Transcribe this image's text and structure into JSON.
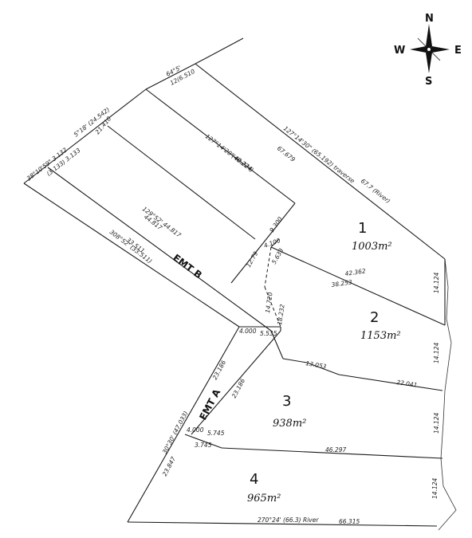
{
  "compass": {
    "north": "N",
    "south": "S",
    "east": "E",
    "west": "W"
  },
  "lots": [
    {
      "number": "1",
      "area": "1003m²"
    },
    {
      "number": "2",
      "area": "1153m²"
    },
    {
      "number": "3",
      "area": "938m²"
    },
    {
      "number": "4",
      "area": "965m²"
    }
  ],
  "easements": {
    "b": "EMT B",
    "a": "EMT A"
  },
  "dims": {
    "top_bearing": "64°5'",
    "top_chain": "12(6.510",
    "traverse": "127°14'30\" (65.192) traverse",
    "river_top_len": "67.679",
    "river_top_note": "67.7 (River)",
    "mid_bearing": "127°14'20\" 40.224",
    "mid_chain": "(40.224)",
    "left_bearing": "5°18' (24.542)",
    "left_chain": "21.410",
    "corner_a": "38°10'59\" 3.132",
    "corner_b": "(3.133) 3.133",
    "upper_road": "129°52' 44.817",
    "upper_road2": "44.817",
    "lower_road": "33.511",
    "lower_road2": "308°52' (33.511)",
    "lot1_west": "9.300",
    "lot1_a": "4.100",
    "lot1_b": "12.79",
    "lot1_c": "5.633",
    "lot12_line": "42.362",
    "lot12_line2": "38.253",
    "lot2_w1": "14.720",
    "lot2_w2": "18.232",
    "lot2_top": "4.000",
    "lot2_top2": "5.535",
    "lot23_a": "13.053",
    "lot23_b": "22.041",
    "east1": "14.124",
    "east2": "14.124",
    "east3": "14.124",
    "east4": "14.124",
    "emt_a_len": "23.186",
    "emt_a_len2": "23.186",
    "lot3_a": "4.000",
    "lot3_b": "5.745",
    "lot3_c": "3.745",
    "lot34": "46.297",
    "left_bottom": "30°30' (47.033)",
    "left_bottom2": "23.847",
    "bottom": "270°24' (66.3) River",
    "bottom2": "66.315"
  }
}
